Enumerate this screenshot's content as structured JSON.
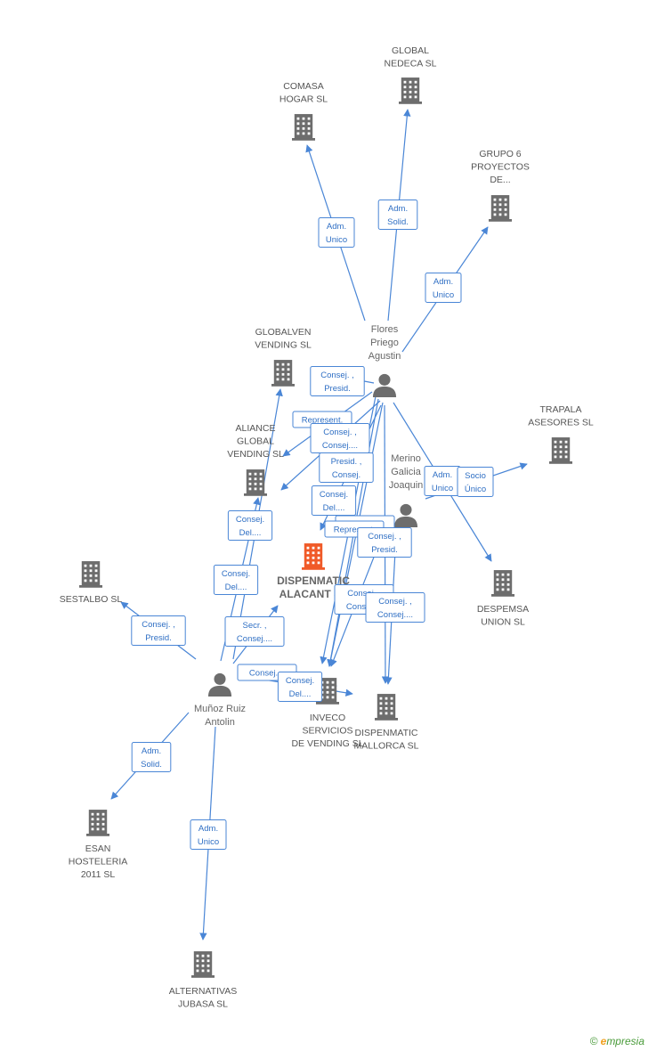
{
  "colors": {
    "edge": "#4a86d6",
    "company_icon": "#6d6d6d",
    "center_icon": "#f05a28",
    "person_icon": "#6d6d6d"
  },
  "companies": [
    {
      "id": "global_nedeca",
      "lines": [
        "GLOBAL",
        "NEDECA SL"
      ]
    },
    {
      "id": "comasa",
      "lines": [
        "COMASA",
        "HOGAR SL"
      ]
    },
    {
      "id": "grupo6",
      "lines": [
        "GRUPO 6",
        "PROYECTOS",
        "DE..."
      ]
    },
    {
      "id": "globalven",
      "lines": [
        "GLOBALVEN",
        "VENDING SL"
      ]
    },
    {
      "id": "trapala",
      "lines": [
        "TRAPALA",
        "ASESORES SL"
      ]
    },
    {
      "id": "aliance",
      "lines": [
        "ALIANCE",
        "GLOBAL",
        "VENDING SL"
      ]
    },
    {
      "id": "dispenmatic_alacant",
      "lines": [
        "DISPENMATIC",
        "ALACANT SL"
      ],
      "center": true
    },
    {
      "id": "sestalbo",
      "lines": [
        "SESTALBO SL"
      ]
    },
    {
      "id": "despemsa",
      "lines": [
        "DESPEMSA",
        "UNION SL"
      ]
    },
    {
      "id": "inveco",
      "lines": [
        "INVECO",
        "SERVICIOS",
        "DE VENDING SL"
      ]
    },
    {
      "id": "dispenmatic_mallorca",
      "lines": [
        "DISPENMATIC",
        "MALLORCA SL"
      ]
    },
    {
      "id": "esan",
      "lines": [
        "ESAN",
        "HOSTELERIA",
        "2011 SL"
      ]
    },
    {
      "id": "alternativas",
      "lines": [
        "ALTERNATIVAS",
        "JUBASA SL"
      ]
    }
  ],
  "persons": [
    {
      "id": "flores",
      "lines": [
        "Flores",
        "Priego",
        "Agustin"
      ]
    },
    {
      "id": "merino",
      "lines": [
        "Merino",
        "Galicia",
        "Joaquin"
      ]
    },
    {
      "id": "munoz",
      "lines": [
        "Muñoz Ruiz",
        "Antolin"
      ]
    }
  ],
  "edges": [
    {
      "id": "e1",
      "lines": [
        "Adm.",
        "Unico"
      ]
    },
    {
      "id": "e2",
      "lines": [
        "Adm.",
        "Solid."
      ]
    },
    {
      "id": "e3",
      "lines": [
        "Adm.",
        "Unico"
      ]
    },
    {
      "id": "e4",
      "lines": [
        "Consej. ,",
        "Presid."
      ]
    },
    {
      "id": "e5",
      "lines": [
        "Represent."
      ]
    },
    {
      "id": "e6",
      "lines": [
        "Consej. ,",
        "Consej...."
      ]
    },
    {
      "id": "e7",
      "lines": [
        "Presid. ,",
        "Consej."
      ]
    },
    {
      "id": "e8",
      "lines": [
        "Consej.",
        "Del...."
      ]
    },
    {
      "id": "e9",
      "lines": [
        "Consej...."
      ]
    },
    {
      "id": "e10",
      "lines": [
        "Represent."
      ]
    },
    {
      "id": "e11",
      "lines": [
        "Consej. ,",
        "Presid."
      ]
    },
    {
      "id": "e12",
      "lines": [
        "Adm.",
        "Unico"
      ]
    },
    {
      "id": "e13",
      "lines": [
        "Socio",
        "Único"
      ]
    },
    {
      "id": "e14",
      "lines": [
        "Consej.",
        "Del...."
      ]
    },
    {
      "id": "e15",
      "lines": [
        "Consej.",
        "Del...."
      ]
    },
    {
      "id": "e16",
      "lines": [
        "Consej. ,",
        "Presid."
      ]
    },
    {
      "id": "e17",
      "lines": [
        "Secr. ,",
        "Consej...."
      ]
    },
    {
      "id": "e18",
      "lines": [
        "Consej. ,",
        "Consej...."
      ]
    },
    {
      "id": "e19",
      "lines": [
        "Consej. ,",
        "Consej...."
      ]
    },
    {
      "id": "e20",
      "lines": [
        "Consej...."
      ]
    },
    {
      "id": "e21",
      "lines": [
        "Consej.",
        "Del...."
      ]
    },
    {
      "id": "e22",
      "lines": [
        "Adm.",
        "Solid."
      ]
    },
    {
      "id": "e23",
      "lines": [
        "Adm.",
        "Unico"
      ]
    }
  ],
  "footer": {
    "copy": "©",
    "brand_e": "e",
    "brand_rest": "mpresia"
  }
}
